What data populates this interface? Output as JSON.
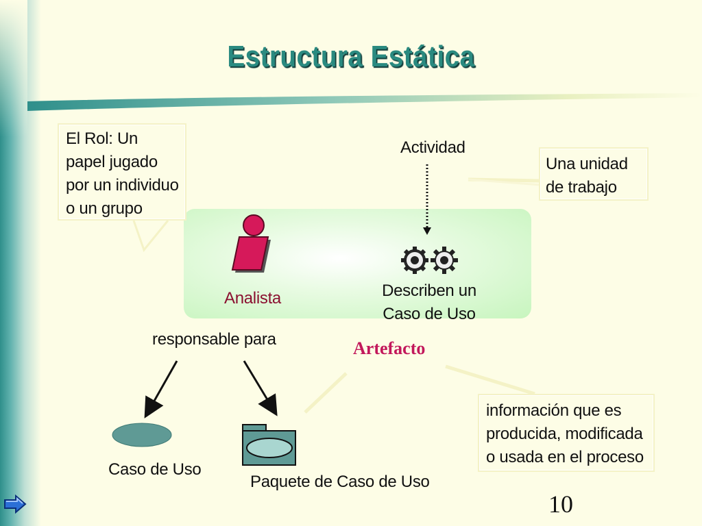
{
  "slide": {
    "title": "Estructura Estática",
    "page_number": "10"
  },
  "rol_note": {
    "lines": [
      "El Rol: Un",
      "papel jugado",
      "por un individuo",
      "o un grupo"
    ]
  },
  "actividad_label": "Actividad",
  "unidad_note": {
    "lines": [
      "Una unidad",
      "de trabajo"
    ]
  },
  "worker": {
    "name": "Analista"
  },
  "activity": {
    "lines": [
      "Describen un",
      "Caso de Uso"
    ]
  },
  "responsable_label": "responsable para",
  "artefacto_label": "Artefacto",
  "artefacto_note": {
    "lines": [
      "información que es",
      "producida, modificada",
      "o usada en el proceso"
    ]
  },
  "artifacts": {
    "use_case": "Caso de Uso",
    "use_case_package": "Paquete de Caso de Uso"
  },
  "colors": {
    "title": "#2a8a80",
    "worker_fill": "#d6195a",
    "artefacto": "#c2185b",
    "analista": "#8a1030",
    "panel": "#c7f5be",
    "use_case_fill": "#5f9a95"
  },
  "icons": [
    "person-worker-icon",
    "gears-icon",
    "use-case-ellipse-icon",
    "package-folder-icon",
    "next-arrow-icon"
  ]
}
